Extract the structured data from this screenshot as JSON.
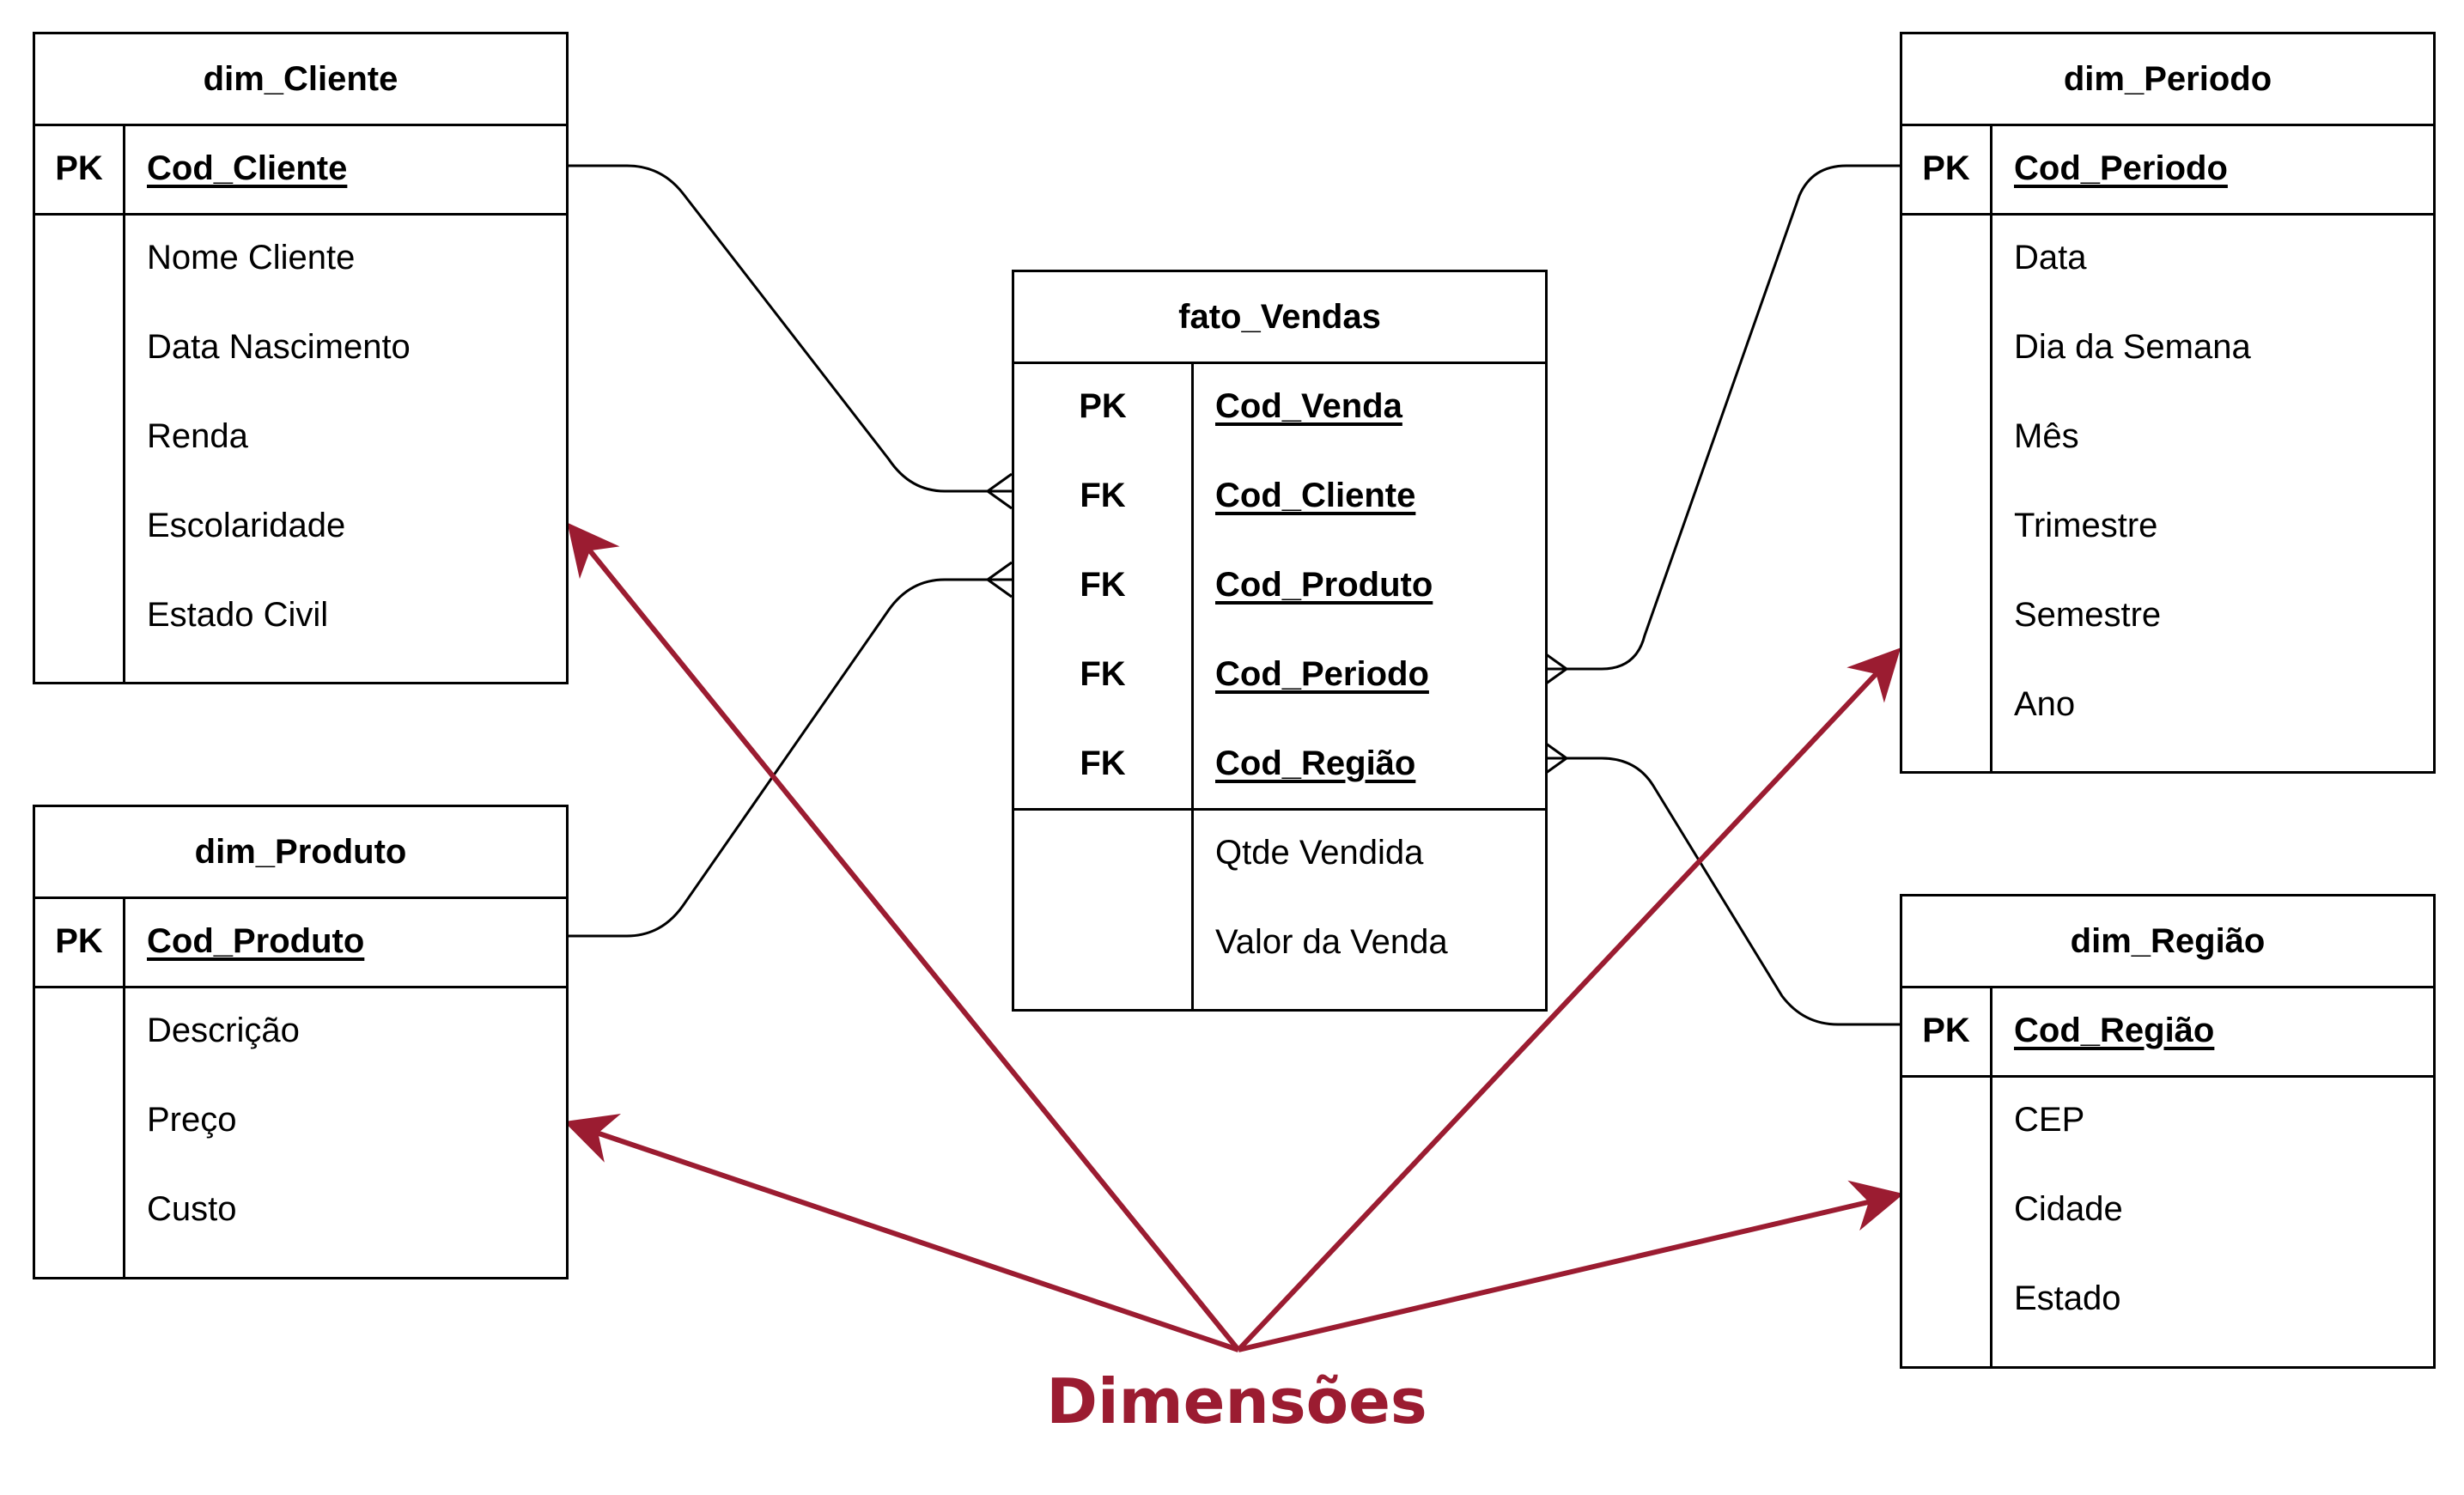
{
  "tables": {
    "dim_cliente": {
      "title": "dim_Cliente",
      "key_marker": "PK",
      "key_field": "Cod_Cliente",
      "attributes": [
        "Nome Cliente",
        "Data Nascimento",
        "Renda",
        "Escolaridade",
        "Estado Civil"
      ]
    },
    "dim_produto": {
      "title": "dim_Produto",
      "key_marker": "PK",
      "key_field": "Cod_Produto",
      "attributes": [
        "Descrição",
        "Preço",
        "Custo"
      ]
    },
    "fato_vendas": {
      "title": "fato_Vendas",
      "keys": [
        {
          "marker": "PK",
          "field": "Cod_Venda"
        },
        {
          "marker": "FK",
          "field": "Cod_Cliente"
        },
        {
          "marker": "FK",
          "field": "Cod_Produto"
        },
        {
          "marker": "FK",
          "field": "Cod_Periodo"
        },
        {
          "marker": "FK",
          "field": "Cod_Região"
        }
      ],
      "attributes": [
        "Qtde Vendida",
        "Valor da Venda"
      ]
    },
    "dim_periodo": {
      "title": "dim_Periodo",
      "key_marker": "PK",
      "key_field": "Cod_Periodo",
      "attributes": [
        "Data",
        "Dia da Semana",
        "Mês",
        "Trimestre",
        "Semestre",
        "Ano"
      ]
    },
    "dim_regiao": {
      "title": "dim_Região",
      "key_marker": "PK",
      "key_field": "Cod_Região",
      "attributes": [
        "CEP",
        "Cidade",
        "Estado"
      ]
    }
  },
  "caption": "Dimensões",
  "colors": {
    "accent": "#9b1c31",
    "line": "#000000"
  }
}
